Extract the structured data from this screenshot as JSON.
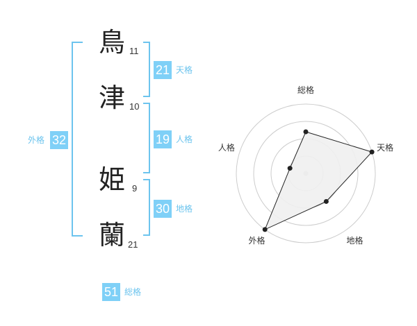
{
  "name": {
    "chars": [
      {
        "char": "鳥",
        "strokes": "11"
      },
      {
        "char": "津",
        "strokes": "10"
      },
      {
        "char": "姫",
        "strokes": "9"
      },
      {
        "char": "蘭",
        "strokes": "21"
      }
    ]
  },
  "fortunes": {
    "tenkaku": {
      "value": "21",
      "label": "天格"
    },
    "jinkaku": {
      "value": "19",
      "label": "人格"
    },
    "chikaku": {
      "value": "30",
      "label": "地格"
    },
    "gaikaku": {
      "value": "32",
      "label": "外格"
    },
    "soukaku": {
      "value": "51",
      "label": "総格"
    }
  },
  "chart_data": {
    "type": "radar",
    "axes": [
      "総格",
      "天格",
      "地格",
      "外格",
      "人格"
    ],
    "values": [
      3,
      5,
      2.5,
      5,
      1.2
    ],
    "max": 5,
    "rings": 4,
    "colors": {
      "fill": "#efefef",
      "line": "#222222",
      "grid": "#cccccc",
      "center": "#cccccc"
    }
  }
}
